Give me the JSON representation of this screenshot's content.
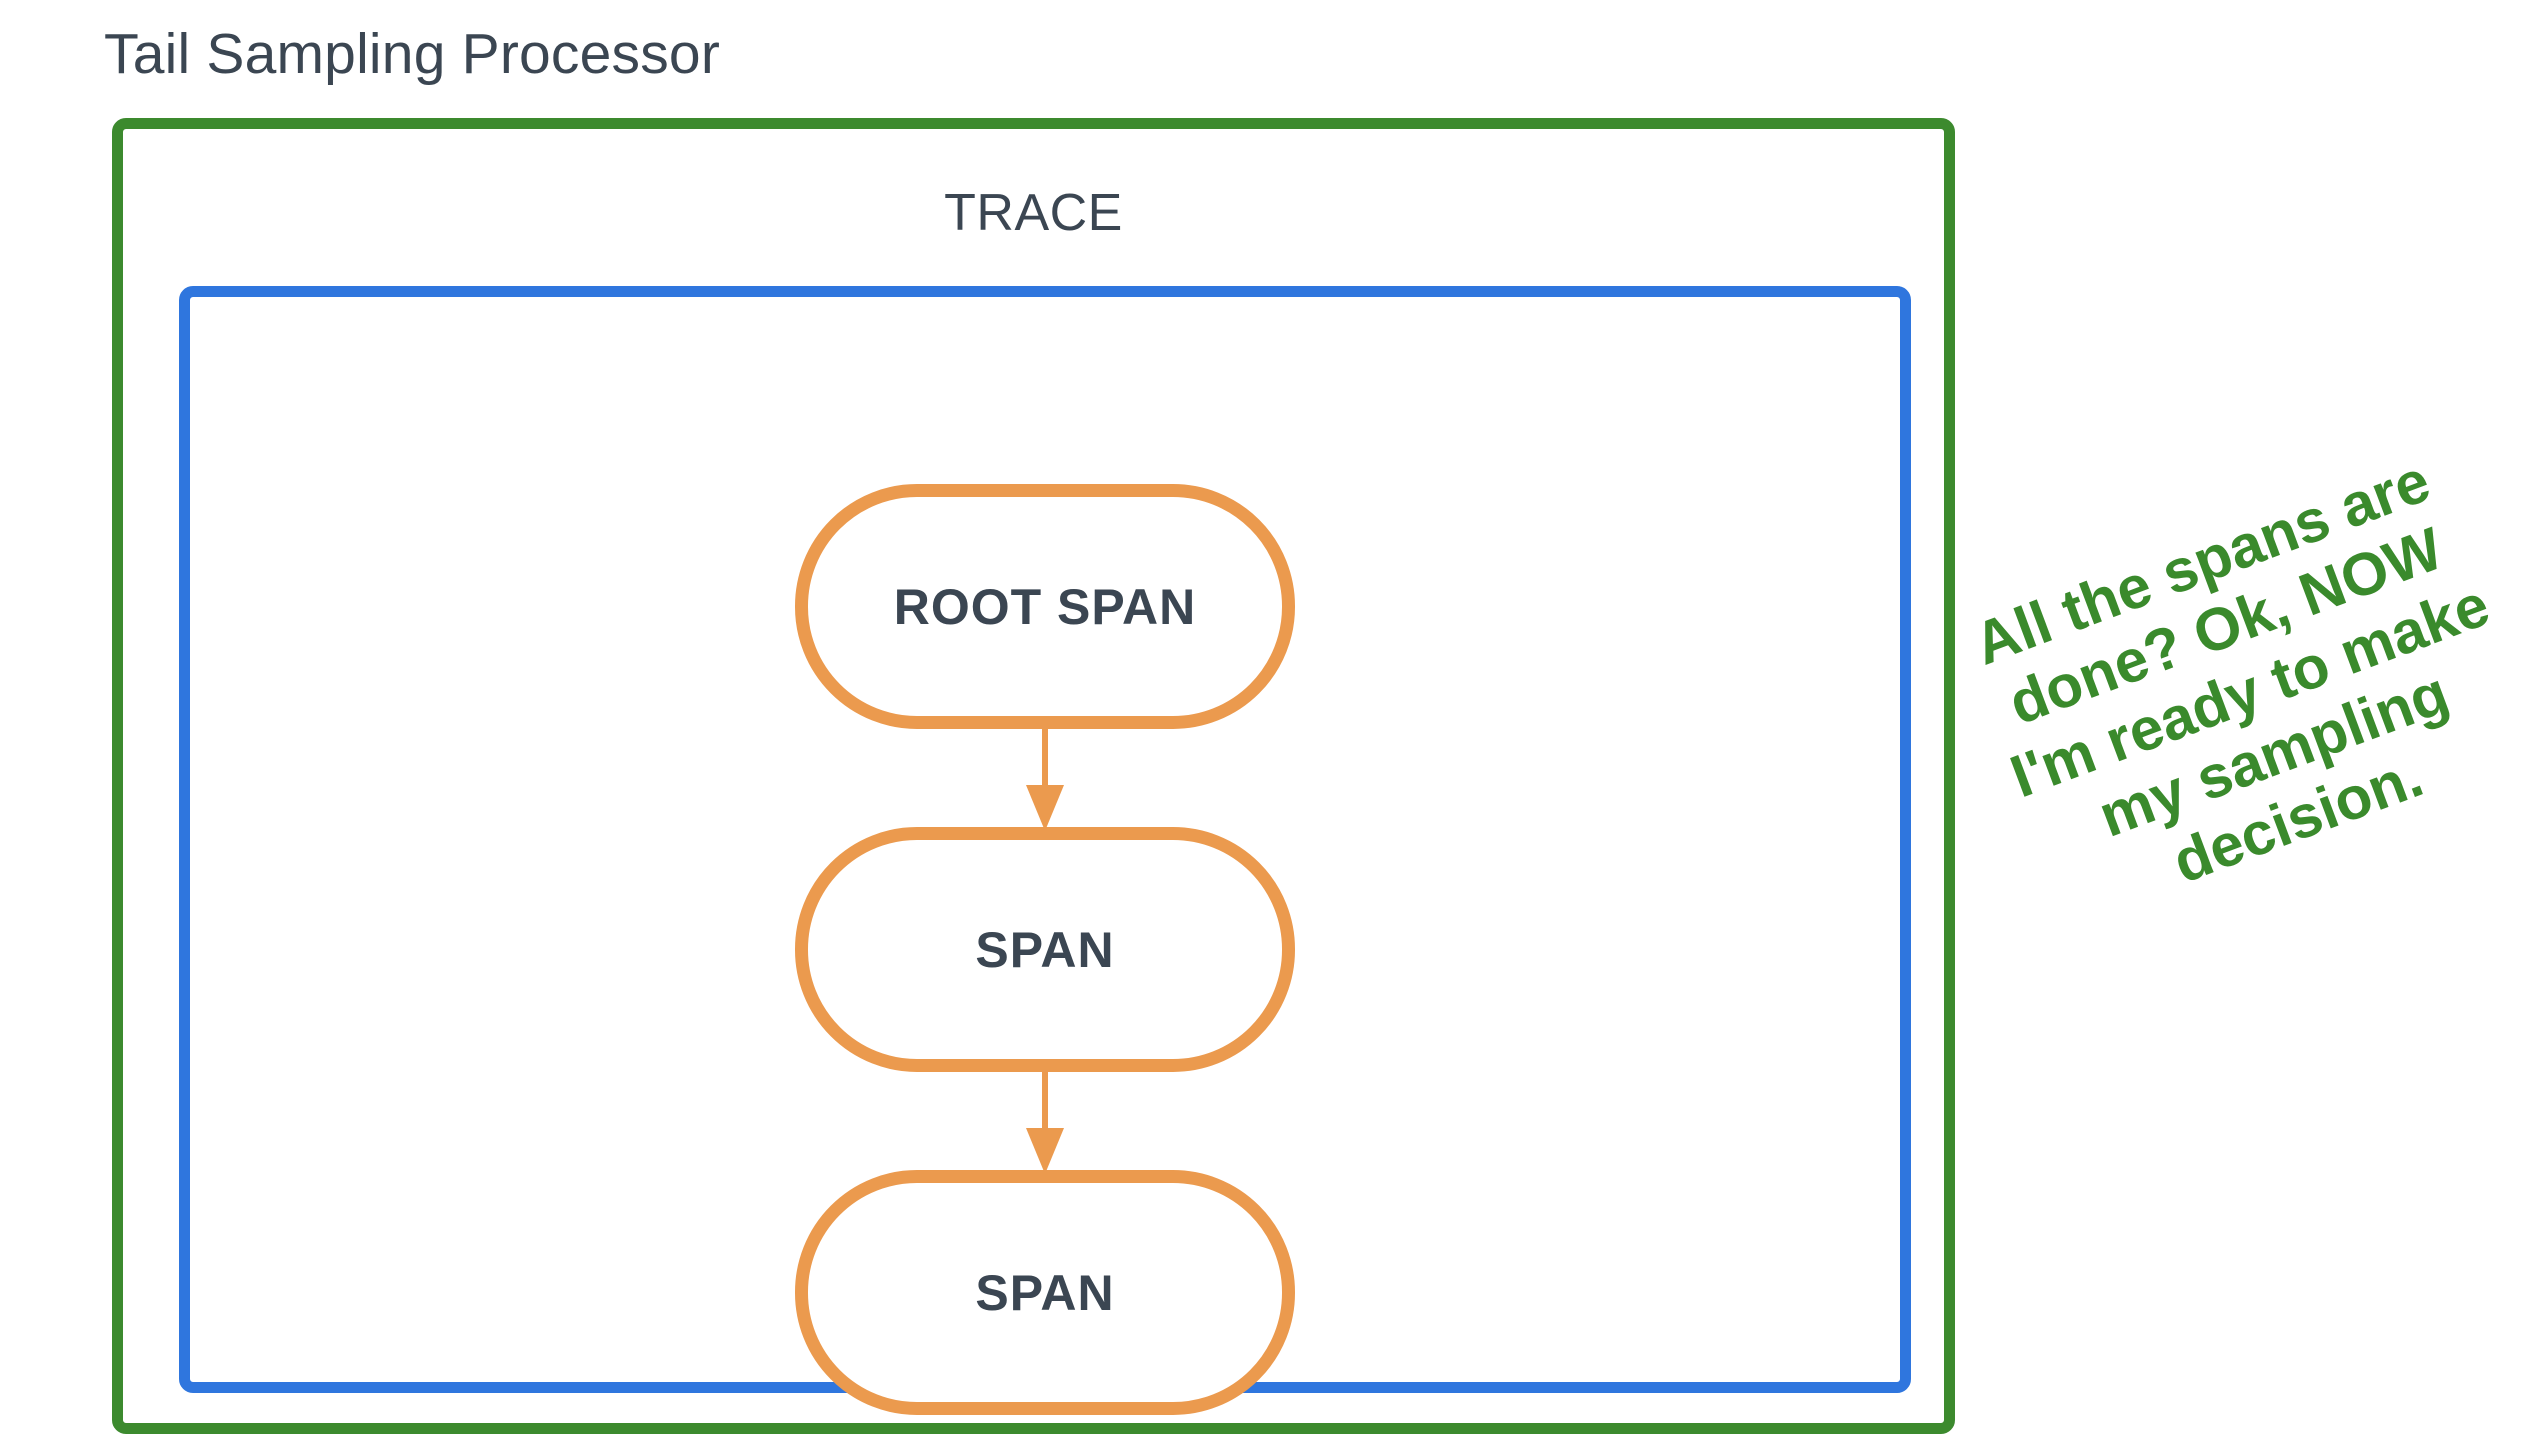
{
  "page": {
    "title": "Tail Sampling Processor",
    "background_color": "#ffffff"
  },
  "processor": {
    "label": "Tail Sampling Processor",
    "border_color": "#3c8a2e"
  },
  "trace": {
    "label": "TRACE",
    "border_color": "#2f76de"
  },
  "spans": {
    "border_color": "#eb9a4e",
    "text_color": "#3b4652",
    "nodes": [
      {
        "label": "ROOT SPAN"
      },
      {
        "label": "SPAN"
      },
      {
        "label": "SPAN"
      }
    ],
    "arrows": [
      {
        "from": "ROOT SPAN",
        "to": "SPAN",
        "direction": "down"
      },
      {
        "from": "SPAN",
        "to": "SPAN",
        "direction": "down"
      }
    ]
  },
  "annotation": {
    "text": "All the spans are done? Ok, NOW I'm ready to make my sampling decision.",
    "color": "#3a8a2c",
    "rotation_deg": -20.5
  }
}
